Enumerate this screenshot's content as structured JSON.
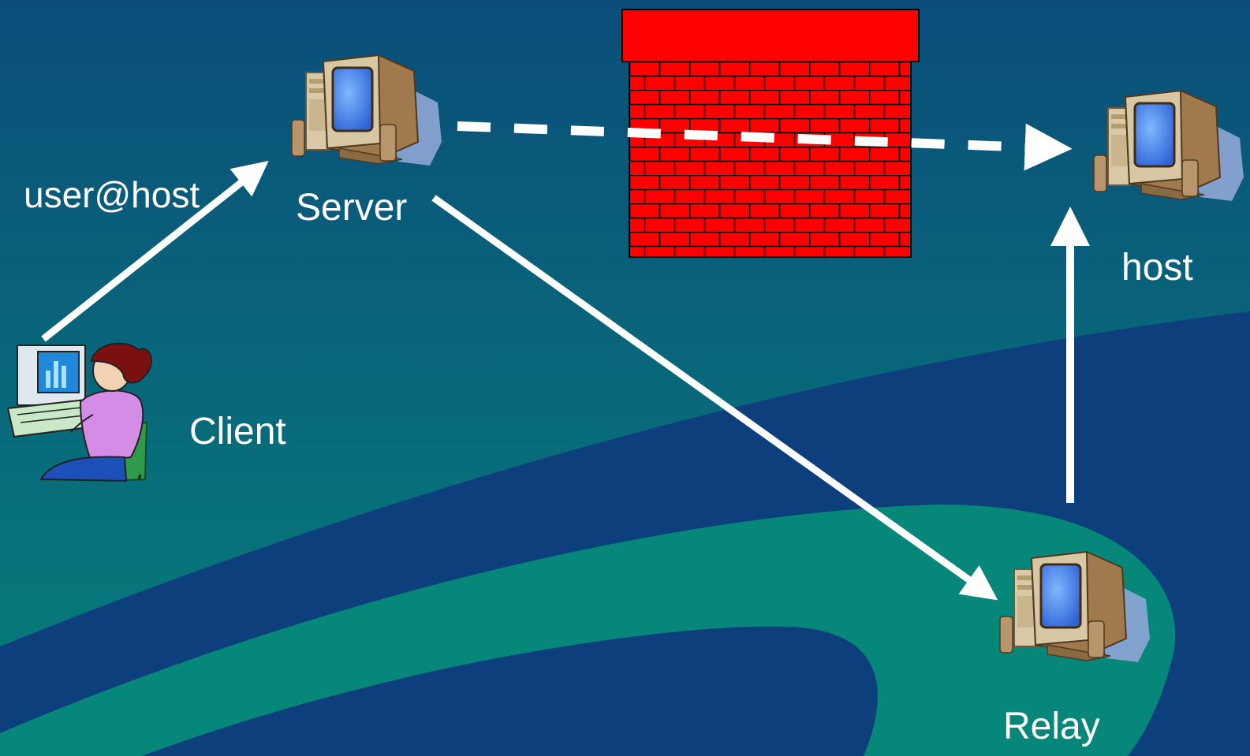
{
  "colors": {
    "background_top": "#0b4e7a",
    "background_bottom": "#06807a",
    "swoosh_dark": "#0e3f7d",
    "swoosh_teal": "#06877a",
    "firewall": "#ff0000",
    "arrows": "#ffffff"
  },
  "nodes": {
    "client": {
      "label": "Client",
      "icon": "person-at-computer-icon"
    },
    "server": {
      "label": "Server",
      "icon": "desktop-computer-icon"
    },
    "host": {
      "label": "host",
      "icon": "desktop-computer-icon"
    },
    "relay": {
      "label": "Relay",
      "icon": "desktop-computer-icon"
    },
    "firewall": {
      "icon": "brick-wall-icon"
    }
  },
  "edges": {
    "client_to_server": {
      "label": "user@host"
    }
  }
}
